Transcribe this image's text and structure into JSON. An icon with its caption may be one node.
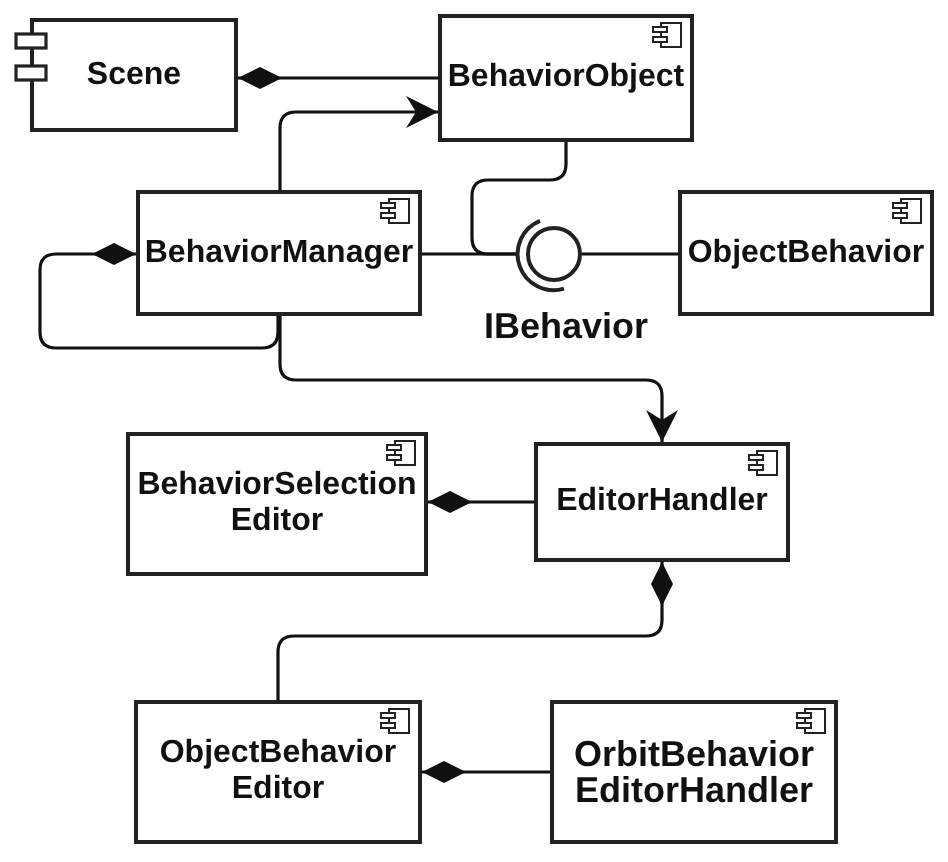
{
  "diagram": {
    "nodes": [
      {
        "text": [
          "Scene"
        ]
      },
      {
        "text": [
          "BehaviorObject"
        ]
      },
      {
        "text": [
          "BehaviorManager"
        ]
      },
      {
        "text": [
          "IBehavior"
        ]
      },
      {
        "text": [
          "ObjectBehavior"
        ]
      },
      {
        "text": [
          "BehaviorSelection Editor"
        ]
      },
      {
        "text": [
          "EditorHandler"
        ]
      },
      {
        "text": [
          "ObjectBehavior Editor"
        ]
      },
      {
        "text": [
          "OrbitBehavior EditorHandler"
        ]
      }
    ],
    "edges": [
      {
        "from": 0,
        "to": 1,
        "arrow": "other"
      },
      {
        "from": 2,
        "to": 1,
        "arrow": "to"
      },
      {
        "from": 2,
        "to": 2,
        "arrow": "other"
      },
      {
        "from": 2,
        "to": 6,
        "arrow": "to"
      },
      {
        "from": 2,
        "to": 3,
        "arrow": "none"
      },
      {
        "from": 1,
        "to": 3,
        "arrow": "none"
      },
      {
        "from": 4,
        "to": 3,
        "arrow": "none"
      },
      {
        "from": 5,
        "to": 6,
        "arrow": "other"
      },
      {
        "from": 6,
        "to": 7,
        "arrow": "other"
      },
      {
        "from": 7,
        "to": 8,
        "arrow": "other"
      }
    ]
  }
}
